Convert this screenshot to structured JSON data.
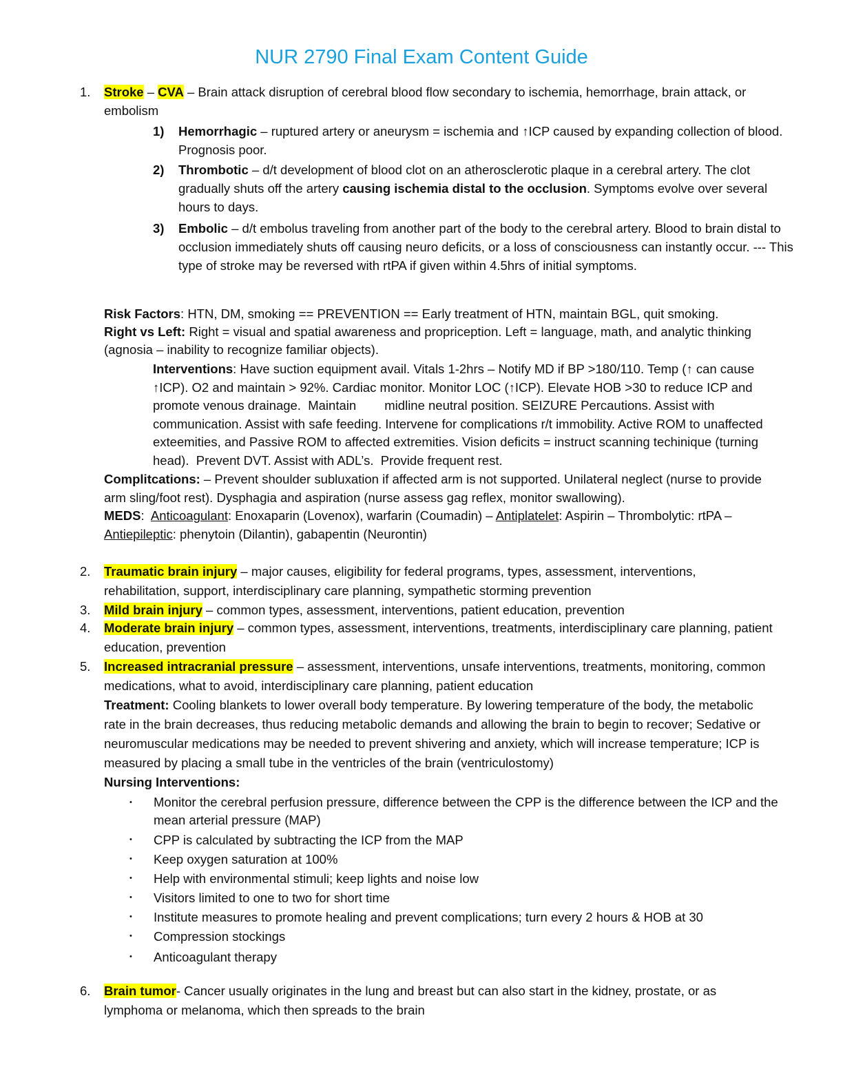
{
  "title": "NUR 2790 Final Exam Content Guide",
  "item1": {
    "num": "1.",
    "hl_a": "Stroke",
    "sep": " –  ",
    "hl_b": "CVA",
    "rest": " – Brain attack disruption of cerebral blood flow secondary to ischemia, hemorrhage, brain attack, or embolism",
    "subs": [
      {
        "num": "1)",
        "head": "Hemorrhagic",
        "text": " – ruptured artery or aneurysm = ischemia and ↑ICP caused by expanding collection of blood.  Prognosis poor."
      },
      {
        "num": "2)",
        "head": "Thrombotic",
        "text_a": " – d/t development of blood clot on an atherosclerotic plaque in a cerebral artery.  The clot gradually shuts off the artery ",
        "bold_mid": "causing ischemia distal to the occlusion",
        "text_b": ". Symptoms evolve over several hours to days."
      },
      {
        "num": "3)",
        "head": "Embolic",
        "text": " – d/t embolus traveling from another part of the body to the cerebral artery.  Blood to brain distal to occlusion immediately shuts off causing neuro deficits, or a loss of consciousness can instantly occur.  --- This type of stroke may be reversed with rtPA if given within 4.5hrs of initial symptoms."
      }
    ],
    "risk_label": "Risk Factors",
    "risk_text": ": HTN, DM, smoking == PREVENTION == Early treatment of HTN, maintain BGL, quit smoking.",
    "rvl_label": "Right vs Left:",
    "rvl_text": " Right = visual and spatial awareness and propriception. Left = language, math, and analytic thinking (agnosia – inability to recognize familiar objects).",
    "int_label": "Interventions",
    "int_text": ": Have suction equipment avail. Vitals 1-2hrs – Notify MD if BP >180/110. Temp (↑ can cause ↑ICP). O2 and maintain > 92%. Cardiac monitor. Monitor LOC (↑ICP). Elevate HOB >30 to reduce ICP and promote venous drainage.  Maintain        midline neutral position. SEIZURE Percautions. Assist with communication. Assist with safe feeding. Intervene for complications r/t immobility. Active ROM to unaffected exteemities, and Passive ROM to affected extremities. Vision deficits = instruct scanning techinique (turning head).  Prevent DVT. Assist with ADL’s.  Provide frequent rest.",
    "comp_label": "Complitcations:",
    "comp_text": " – Prevent shoulder subluxation if affected arm is not supported. Unilateral neglect (nurse to provide arm sling/foot rest). Dysphagia and aspiration (nurse assess gag reflex, monitor swallowing).",
    "meds_label": "MEDS",
    "meds_c1": ":  ",
    "meds_u1": "Anticoagulant",
    "meds_t1": ": Enoxaparin (Lovenox), warfarin (Coumadin) – ",
    "meds_u2": "Antiplatelet",
    "meds_t2": ": Aspirin – Thrombolytic: rtPA – ",
    "meds_u3": "Antiepileptic",
    "meds_t3": ": phenytoin (Dilantin), gabapentin (Neurontin)"
  },
  "item2": {
    "num": "2.",
    "hl": "Traumatic brain injury",
    "text": " – major causes, eligibility for federal programs, types, assessment, interventions, rehabilitation, support, interdisciplinary care planning, sympathetic storming prevention"
  },
  "item3": {
    "num": "3.",
    "hl": "Mild brain injury",
    "text": " – common types, assessment, interventions, patient education, prevention"
  },
  "item4": {
    "num": "4.",
    "hl": "Moderate brain injury",
    "text": " – common types, assessment, interventions, treatments, interdisciplinary care planning, patient education, prevention"
  },
  "item5": {
    "num": "5.",
    "hl": "Increased intracranial pressure",
    "text": " – assessment, interventions, unsafe interventions, treatments, monitoring, common medications, what to avoid, interdisciplinary care planning, patient education",
    "treat_label": "Treatment:",
    "treat_text": " Cooling blankets to lower overall body temperature. By lowering temperature of the body, the metabolic rate in the brain decreases, thus reducing metabolic demands and allowing the brain to begin to recover; Sedative or neuromuscular medications may be needed to prevent shivering and anxiety, which will increase temperature; ICP is measured by placing a small tube in the ventricles of the brain (ventriculostomy)",
    "nurse_label": "Nursing Interventions:",
    "bullets": [
      "Monitor the cerebral perfusion pressure, difference between the CPP is the difference between the ICP and the mean arterial pressure (MAP)",
      "CPP is calculated by subtracting the ICP from the MAP",
      "Keep oxygen saturation at 100%",
      "Help with environmental stimuli; keep lights and noise low",
      "Visitors limited to one to two for short time",
      "Institute measures to promote healing and prevent complications; turn every 2 hours & HOB at 30",
      "Compression stockings",
      "Anticoagulant therapy"
    ],
    "bullet_glyph": "•"
  },
  "item6": {
    "num": "6.",
    "hl": "Brain tumor",
    "text": "- Cancer usually originates in the lung and breast but can also start in the kidney, prostate, or as lymphoma or melanoma, which then spreads to the brain"
  }
}
